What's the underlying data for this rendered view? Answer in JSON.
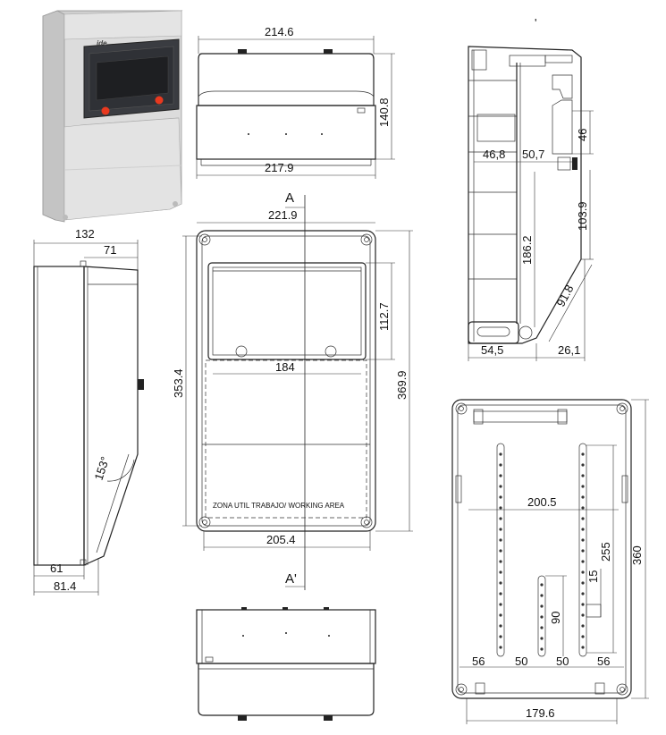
{
  "dimensions": {
    "top_view_width": "214.6",
    "top_view_height": "140.8",
    "top_view_base_width": "217.9",
    "front_outer_width": "221.9",
    "front_outer_height": "369.9",
    "front_inner_height": "353.4",
    "window_height": "112.7",
    "window_width": "184",
    "front_base_width": "205.4",
    "side_depth": "132",
    "side_upper_depth": "71",
    "side_angle": "153°",
    "side_base_depth": "61",
    "side_base_total": "81.4",
    "section_46": "46",
    "section_46_8": "46,8",
    "section_50_7": "50,7",
    "section_103_9": "103.9",
    "section_186_2": "186.2",
    "section_91_8": "91.8",
    "section_54_5": "54,5",
    "section_26_1": "26,1",
    "back_rail_spacing": "200.5",
    "back_height": "360",
    "back_255": "255",
    "back_15": "15",
    "back_90": "90",
    "back_56_left": "56",
    "back_50_a": "50",
    "back_50_b": "50",
    "back_56_right": "56",
    "back_bottom_width": "179.6"
  },
  "section_labels": {
    "a_top": "A",
    "a_bottom": "A'",
    "tick": "'"
  },
  "working_area_label": "ZONA UTIL TRABAJO/ WORKING AREA",
  "photo": {
    "logo_text": "ide",
    "button_color": "#e8391f",
    "body_color": "#dcdcdc",
    "window_color": "#2f3136"
  }
}
